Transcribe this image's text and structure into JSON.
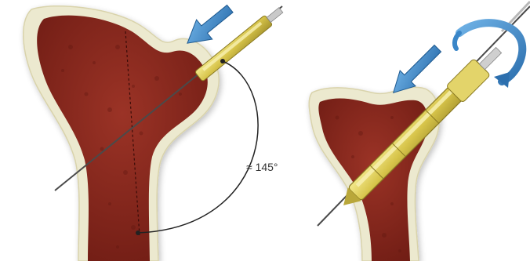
{
  "figure": {
    "angle_annotation": "≈ 145°",
    "panels": [
      {
        "name": "left-panel",
        "arrow_direction": "insertion"
      },
      {
        "name": "right-panel",
        "arrow_direction": "insertion-and-rotation"
      }
    ]
  },
  "colors": {
    "background": "#ffffff",
    "bone_cortex": "#ece9cf",
    "bone_marrow": "#8e2a1f",
    "marrow_shade": "#6f1c14",
    "implant_gold": "#d7c44a",
    "implant_gold_light": "#f3e98c",
    "arrow_blue": "#3a86c8",
    "guide_wire": "#4a4a4a"
  }
}
